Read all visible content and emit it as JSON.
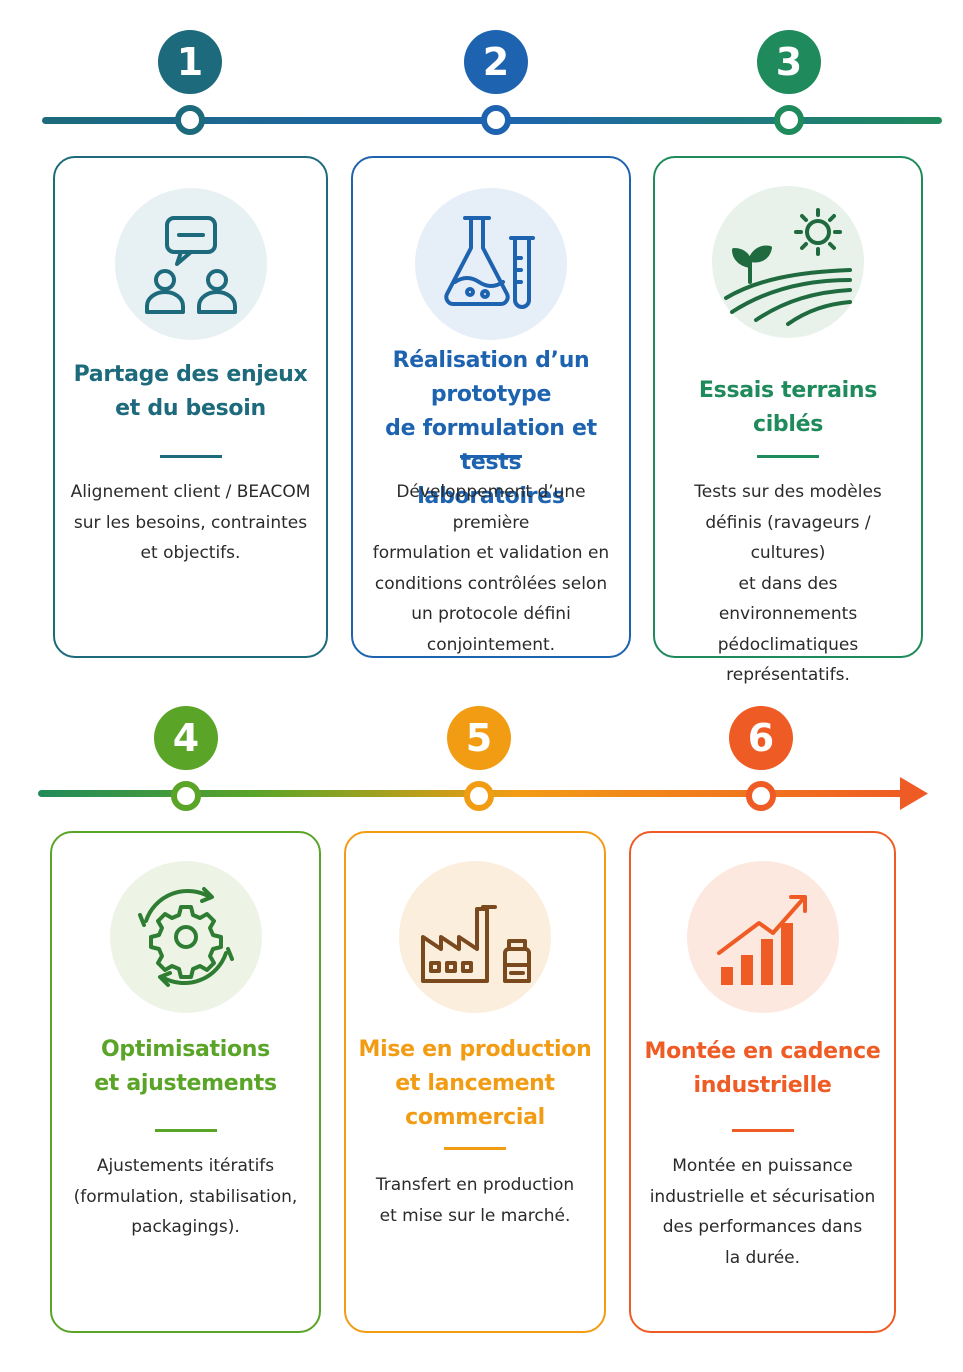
{
  "colors": {
    "step1": "#1c6a7b",
    "step2": "#1e63b0",
    "step3": "#1f8a5b",
    "step4": "#5aa428",
    "step5": "#f29c14",
    "step6": "#ef5b24",
    "text": "#2a2a2a"
  },
  "steps": [
    {
      "number": "1",
      "icon": "meeting-people-icon",
      "title_lines": [
        "Partage des enjeux",
        "et du besoin"
      ],
      "desc_lines": [
        "Alignement client / BEACOM",
        "sur les besoins, contraintes",
        "et objectifs."
      ]
    },
    {
      "number": "2",
      "icon": "lab-flask-icon",
      "title_lines": [
        "Réalisation d’un prototype",
        "de formulation et tests",
        "laboratoires"
      ],
      "desc_lines": [
        "Développement d’une première",
        "formulation et validation en",
        "conditions contrôlées selon",
        "un protocole défini",
        "conjointement."
      ]
    },
    {
      "number": "3",
      "icon": "field-sun-plant-icon",
      "title_lines": [
        "Essais terrains ciblés"
      ],
      "desc_lines": [
        "Tests sur des modèles",
        "définis (ravageurs / cultures)",
        "et dans des environnements",
        "pédoclimatiques",
        "représentatifs."
      ]
    },
    {
      "number": "4",
      "icon": "gear-cycle-icon",
      "title_lines": [
        "Optimisations",
        "et ajustements"
      ],
      "desc_lines": [
        "Ajustements itératifs",
        "(formulation, stabilisation,",
        "packagings)."
      ]
    },
    {
      "number": "5",
      "icon": "factory-bottle-icon",
      "title_lines": [
        "Mise en production",
        "et lancement",
        "commercial"
      ],
      "desc_lines": [
        "Transfert en production",
        "et mise sur le marché."
      ]
    },
    {
      "number": "6",
      "icon": "growth-chart-icon",
      "title_lines": [
        "Montée en cadence",
        "industrielle"
      ],
      "desc_lines": [
        "Montée en puissance",
        "industrielle et sécurisation",
        "des performances dans",
        "la durée."
      ]
    }
  ]
}
